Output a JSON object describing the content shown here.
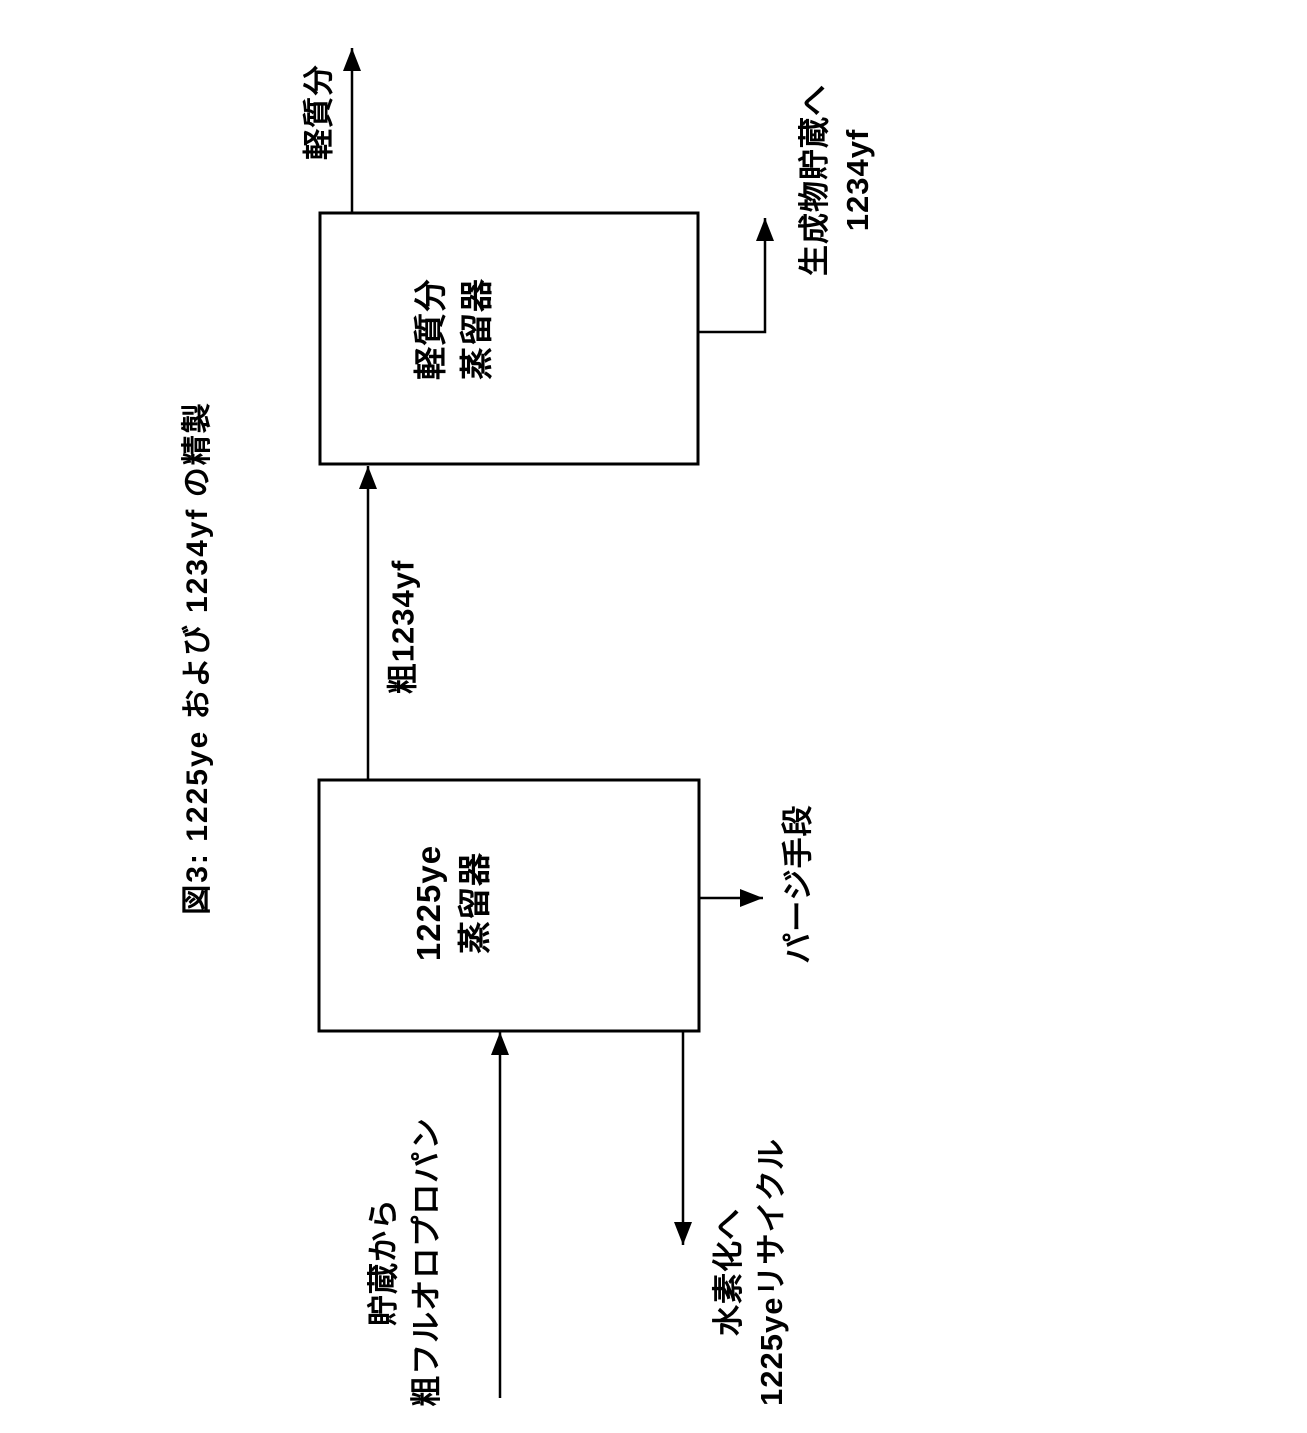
{
  "figure": {
    "title": "図3:  1225ye および 1234yf の精製",
    "boxes": {
      "light_ends_still": {
        "line1": "軽質分",
        "line2": "蒸留器"
      },
      "ye1225_still": {
        "line1": "1225ye",
        "line2": "蒸留器"
      }
    },
    "streams": {
      "light_ends_out": "軽質分",
      "product_storage": {
        "line1": "生成物貯蔵へ",
        "line2": "1234yf"
      },
      "crude_1234yf": "粗1234yf",
      "purge": "パージ手段",
      "feed": {
        "line1": "貯蔵から",
        "line2": "粗フルオロプロパン"
      },
      "recycle": {
        "line1": "水素化へ",
        "line2": "1225yeリサイクル"
      }
    },
    "colors": {
      "ink": "#000000",
      "background": "#ffffff"
    }
  }
}
